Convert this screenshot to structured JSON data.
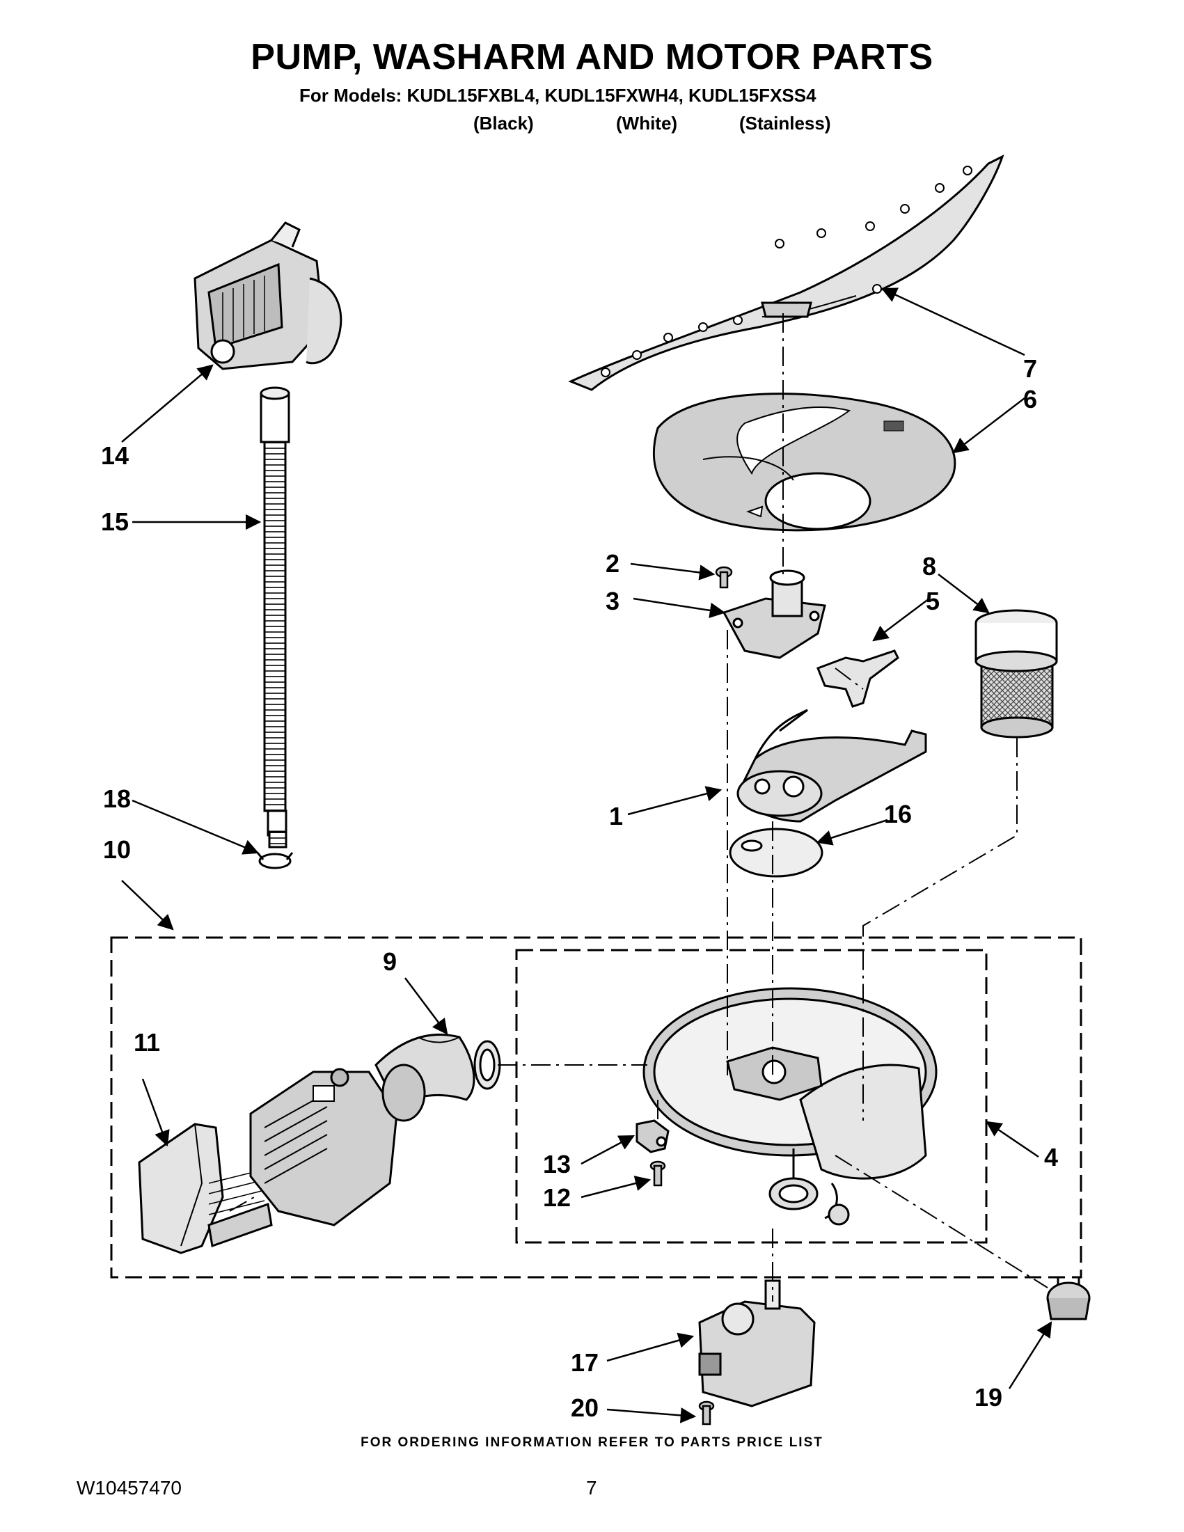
{
  "header": {
    "title": "PUMP, WASHARM AND MOTOR PARTS",
    "models_line": "For Models: KUDL15FXBL4, KUDL15FXWH4, KUDL15FXSS4",
    "variants": [
      "(Black)",
      "(White)",
      "(Stainless)"
    ]
  },
  "callouts": [
    "1",
    "2",
    "3",
    "4",
    "5",
    "6",
    "7",
    "8",
    "9",
    "10",
    "11",
    "12",
    "13",
    "14",
    "15",
    "16",
    "17",
    "18",
    "19",
    "20"
  ],
  "footer": {
    "ordering_note": "FOR ORDERING INFORMATION REFER TO PARTS PRICE LIST",
    "document_number": "W10457470",
    "page_number": "7"
  }
}
